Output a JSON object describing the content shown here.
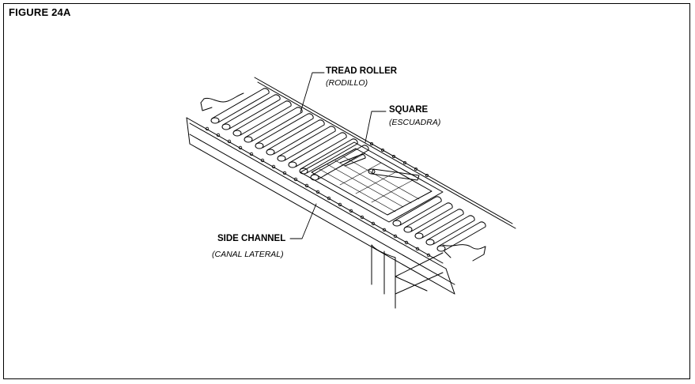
{
  "figure_title": "FIGURE 24A",
  "callouts": {
    "tread_roller": {
      "label": "TREAD ROLLER",
      "translation": "(RODILLO)"
    },
    "square": {
      "label": "SQUARE",
      "translation": "(ESCUADRA)"
    },
    "side_channel": {
      "label": "SIDE CHANNEL",
      "translation": "(CANAL LATERAL)"
    }
  }
}
